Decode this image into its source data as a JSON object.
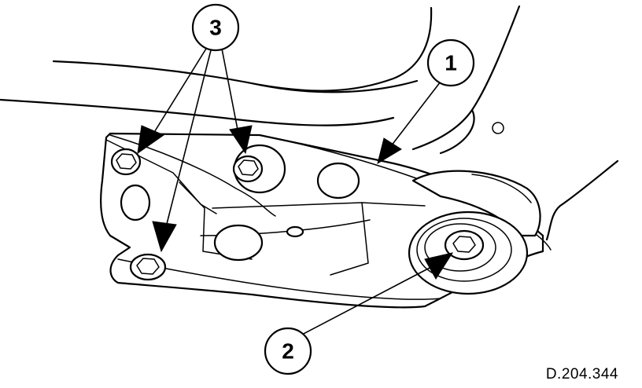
{
  "figure": {
    "reference_code": "D.204.344",
    "callouts": [
      {
        "id": "1",
        "label": "1",
        "part": "rear-link-bracket"
      },
      {
        "id": "2",
        "label": "2",
        "part": "pivot-bolt"
      },
      {
        "id": "3",
        "label": "3",
        "part": "bracket-mounting-bolts"
      }
    ]
  },
  "colors": {
    "ink": "#000000",
    "paper": "#ffffff"
  }
}
